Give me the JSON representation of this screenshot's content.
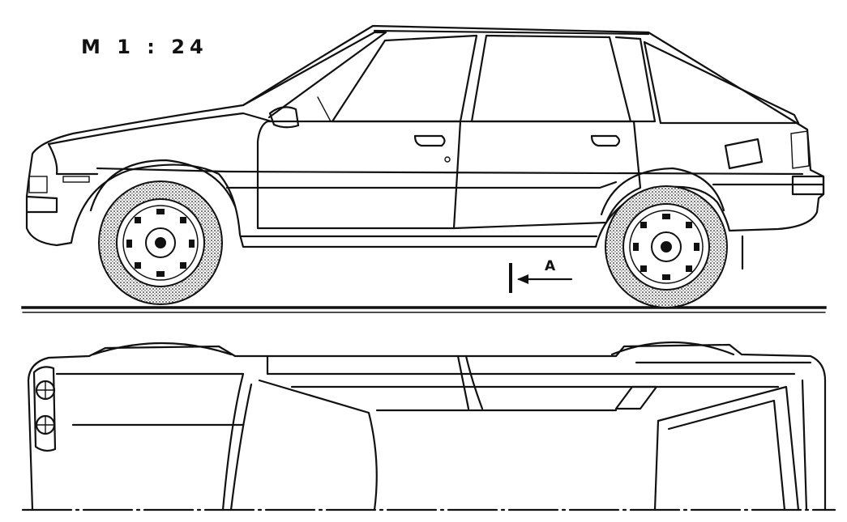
{
  "drawing": {
    "scale_label": "M 1 : 24",
    "section_marker": "A",
    "line_color": "#111111",
    "paper_color": "#ffffff",
    "views": [
      "side-elevation",
      "top-plan"
    ]
  }
}
